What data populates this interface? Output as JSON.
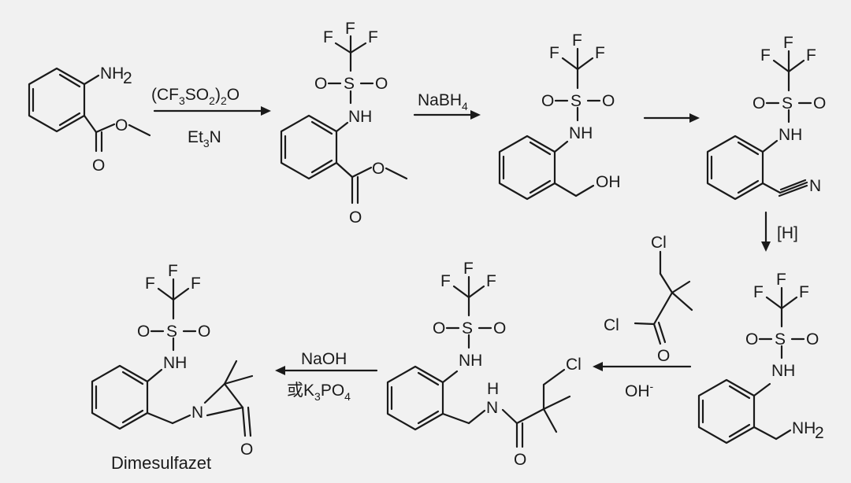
{
  "atoms": {
    "nh2": "NH",
    "h2_sub": "2",
    "o": "O",
    "s": "S",
    "f": "F",
    "nh": "NH",
    "h": "H",
    "n": "N",
    "oh": "OH",
    "cl": "Cl"
  },
  "reagents": {
    "step1_top": {
      "a": "(CF",
      "s1": "3",
      "b": "SO",
      "s2": "2",
      "c": ")",
      "s3": "2",
      "d": "O"
    },
    "step1_bottom": {
      "a": "Et",
      "s1": "3",
      "b": "N"
    },
    "step2_top": {
      "a": "NaBH",
      "s1": "4"
    },
    "step4_side": "[H]",
    "step5_bottom": {
      "a": "OH",
      "sup": "-"
    },
    "step6_top": "NaOH",
    "step6_bottom": {
      "a": "或K",
      "s1": "3",
      "b": "PO",
      "s2": "4"
    }
  },
  "product_name": "Dimesulfazet"
}
